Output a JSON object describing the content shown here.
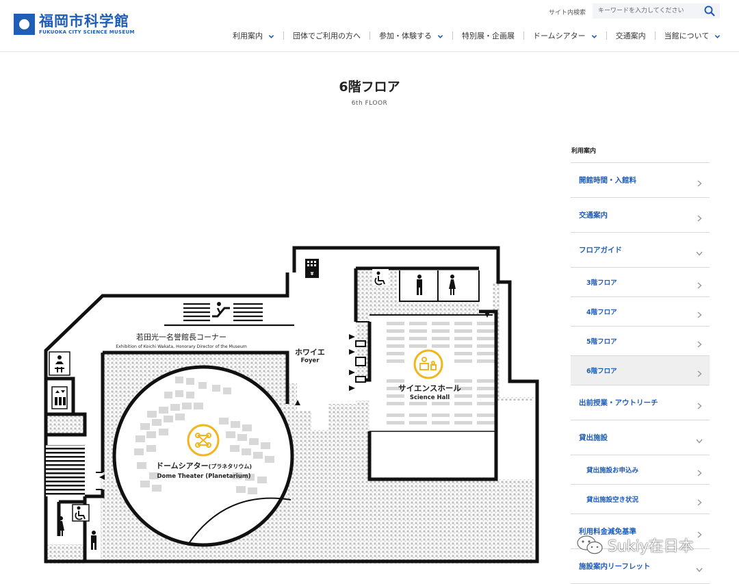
{
  "header": {
    "logo_jp": "福岡市科学館",
    "logo_en": "FUKUOKA CITY SCIENCE MUSEUM",
    "site_search_label": "サイト内検索",
    "search_placeholder": "キーワードを入力してください",
    "nav": [
      {
        "label": "利用案内",
        "dropdown": true
      },
      {
        "label": "団体でご利用の方へ",
        "dropdown": false
      },
      {
        "label": "参加・体験する",
        "dropdown": true
      },
      {
        "label": "特別展・企画展",
        "dropdown": false
      },
      {
        "label": "ドームシアター",
        "dropdown": true
      },
      {
        "label": "交通案内",
        "dropdown": false
      },
      {
        "label": "当館について",
        "dropdown": true
      }
    ]
  },
  "page": {
    "title": "6階フロア",
    "subtitle": "6th FLOOR"
  },
  "map": {
    "corner_jp": "若田光一名誉館長コーナー",
    "corner_en": "Exhibition of Koichi Wakata, Honorary Director of the Museum",
    "foyer_jp": "ホワイエ",
    "foyer_en": "Foyer",
    "hall_jp": "サイエンスホール",
    "hall_en": "Science Hall",
    "dome_jp": "ドームシアター",
    "dome_jp_small": "(プラネタリウム)",
    "dome_en": "Dome Theater (Planetarium)",
    "accent_color": "#f2b51c",
    "icons": [
      "escalator-icon",
      "ticket-machine-icon",
      "accessible-toilet-icon",
      "mens-toilet-icon",
      "womens-toilet-icon",
      "nursing-room-icon",
      "elevator-icon"
    ]
  },
  "sidebar": {
    "heading": "利用案内",
    "items": [
      {
        "label": "開館時間・入館料",
        "sub": false,
        "arrow": "right",
        "active": false
      },
      {
        "label": "交通案内",
        "sub": false,
        "arrow": "right",
        "active": false
      },
      {
        "label": "フロアガイド",
        "sub": false,
        "arrow": "down",
        "active": false
      },
      {
        "label": "3階フロア",
        "sub": true,
        "arrow": "right",
        "active": false
      },
      {
        "label": "4階フロア",
        "sub": true,
        "arrow": "right",
        "active": false
      },
      {
        "label": "5階フロア",
        "sub": true,
        "arrow": "right",
        "active": false
      },
      {
        "label": "6階フロア",
        "sub": true,
        "arrow": "right",
        "active": true
      },
      {
        "label": "出前授業・アウトリーチ",
        "sub": false,
        "arrow": "right",
        "active": false
      },
      {
        "label": "貸出施設",
        "sub": false,
        "arrow": "down",
        "active": false
      },
      {
        "label": "貸出施設お申込み",
        "sub": true,
        "arrow": "right",
        "active": false
      },
      {
        "label": "貸出施設空き状況",
        "sub": true,
        "arrow": "right",
        "active": false
      },
      {
        "label": "利用料金減免基準",
        "sub": false,
        "arrow": "right",
        "active": false
      },
      {
        "label": "施設案内リーフレット",
        "sub": false,
        "arrow": "down",
        "active": false
      }
    ]
  },
  "watermark": "Sukiy在日本",
  "colors": {
    "brand_blue": "#1f5db7",
    "arrow_gray": "#9a9a9a"
  }
}
